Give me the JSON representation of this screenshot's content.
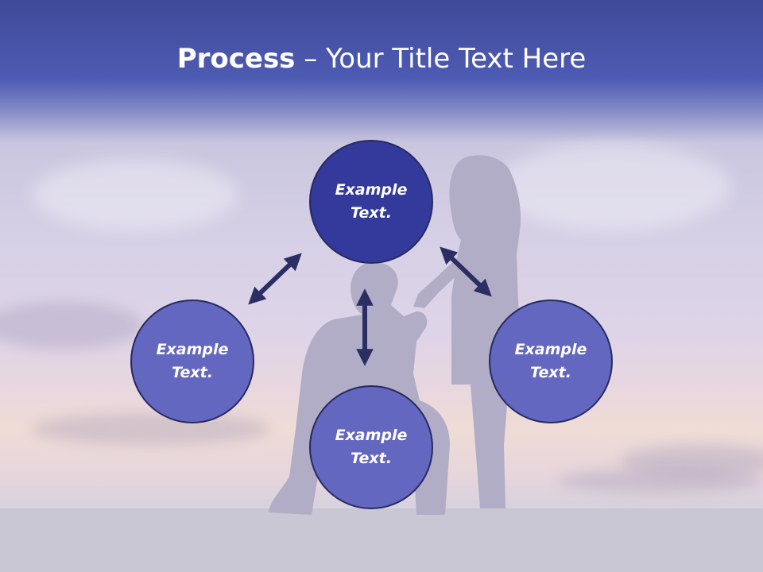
{
  "slide": {
    "title_bold": "Process",
    "title_rest": " – Your Title Text Here"
  },
  "nodes": {
    "top": "Example Text.",
    "left": "Example Text.",
    "right": "Example Text.",
    "bottom": "Example Text."
  },
  "colors": {
    "header": "#4e5bb3",
    "circle_dark": "#333a9c",
    "circle_light": "#6467c0",
    "arrow": "#2b2e63"
  }
}
